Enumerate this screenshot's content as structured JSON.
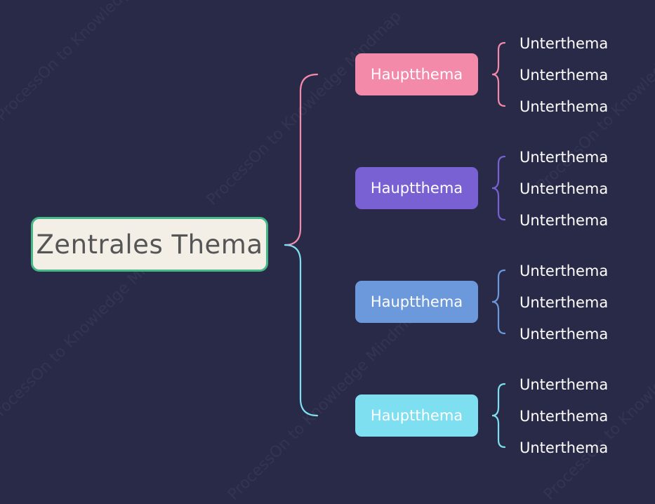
{
  "watermark": "ProcessOn to Knowledge Mindmap",
  "central": {
    "label": "Zentrales Thema",
    "fill": "#f3efe7",
    "border": "#45b887",
    "text_color": "#555555"
  },
  "topics": [
    {
      "label": "Hauptthema",
      "color": "#f48aa9",
      "subtopics": [
        "Unterthema",
        "Unterthema",
        "Unterthema"
      ]
    },
    {
      "label": "Hauptthema",
      "color": "#7961d4",
      "subtopics": [
        "Unterthema",
        "Unterthema",
        "Unterthema"
      ]
    },
    {
      "label": "Hauptthema",
      "color": "#6b99dc",
      "subtopics": [
        "Unterthema",
        "Unterthema",
        "Unterthema"
      ]
    },
    {
      "label": "Hauptthema",
      "color": "#7edff0",
      "subtopics": [
        "Unterthema",
        "Unterthema",
        "Unterthema"
      ]
    }
  ]
}
